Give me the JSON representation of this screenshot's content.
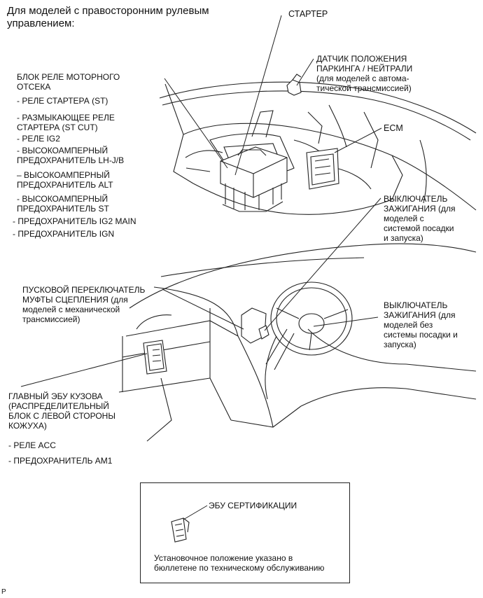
{
  "title": "Для моделей с правосторонним рулевым\nуправлением:",
  "labels": {
    "starter": "СТАРТЕР",
    "park_neutral": "ДАТЧИК ПОЛОЖЕНИЯ\nПАРКИНГА / НЕЙТРАЛИ\n(для моделей с автома-\nтической трансмиссией)",
    "ecm": "ECM",
    "engine_relay_block": {
      "heading": "БЛОК РЕЛЕ МОТОРНОГО\nОТСЕКА",
      "items": [
        "- РЕЛЕ СТАРТЕРА (ST)",
        "- РАЗМЫКАЮЩЕЕ РЕЛЕ\nСТАРТЕРА (ST CUT)",
        "- РЕЛЕ IG2",
        "- ВЫСОКОАМПЕРНЫЙ\nПРЕДОХРАНИТЕЛЬ LH-J/B",
        "– ВЫСОКОАМПЕРНЫЙ\nПРЕДОХРАНИТЕЛЬ ALT",
        "- ВЫСОКОАМПЕРНЫЙ\nПРЕДОХРАНИТЕЛЬ ST",
        "- ПРЕДОХРАНИТЕЛЬ IG2 MAIN",
        "- ПРЕДОХРАНИТЕЛЬ IGN"
      ]
    },
    "ign_switch_smart": "ВЫКЛЮЧАТЕЛЬ\nЗАЖИГАНИЯ (для\nмоделей с\nсистемой посадки\nи запуска)",
    "clutch_switch": "ПУСКОВОЙ ПЕРЕКЛЮЧАТЕЛЬ\nМУФТЫ СЦЕПЛЕНИЯ (для\nмоделей с механической\nтрансмиссией)",
    "ign_switch_no_smart": "ВЫКЛЮЧАТЕЛЬ\nЗАЖИГАНИЯ (для\nмоделей без\nсистемы посадки и\nзапуска)",
    "main_body_ecu": {
      "heading": "ГЛАВНЫЙ ЭБУ КУЗОВА\n(РАСПРЕДЕЛИТЕЛЬНЫЙ\nБЛОК С ЛЕВОЙ СТОРОНЫ\nКОЖУХА)",
      "items": [
        "- РЕЛЕ ACC",
        "- ПРЕДОХРАНИТЕЛЬ AM1"
      ]
    },
    "cert_ecu": "ЭБУ СЕРТИФИКАЦИИ",
    "cert_note": "Установочное положение указано в\nбюллетене по техническому обслуживанию",
    "corner_mark": "P"
  }
}
